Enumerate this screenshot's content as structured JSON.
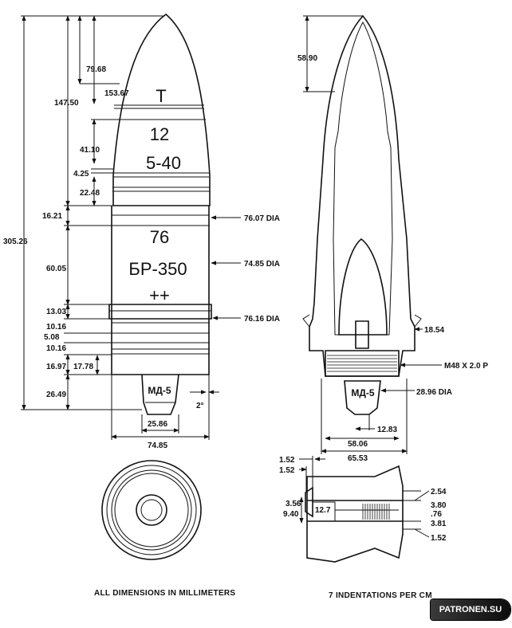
{
  "left_view": {
    "dimensions": {
      "d_79_68": "79.68",
      "d_153_67": "153.67",
      "d_147_50": "147.50",
      "d_41_10": "41.10",
      "d_4_25": "4.25",
      "d_22_48": "22.48",
      "d_16_21": "16.21",
      "d_305_26": "305.26",
      "d_60_05": "60.05",
      "d_13_03": "13.03",
      "d_10_16_a": "10.16",
      "d_5_08": "5.08",
      "d_10_16_b": "10.16",
      "d_16_97": "16.97",
      "d_17_78": "17.78",
      "d_26_49": "26.49",
      "d_25_86": "25.86",
      "d_74_85": "74.85",
      "d_2deg": "2°"
    },
    "callouts": {
      "dia_76_07": "76.07 DIA",
      "dia_74_85": "74.85 DIA",
      "dia_76_16": "76.16 DIA"
    },
    "markings": {
      "t": "Т",
      "m12": "12",
      "m540": "5-40",
      "m76": "76",
      "br350": "БР-350",
      "plus": "++",
      "md5": "МД-5"
    }
  },
  "right_view": {
    "dimensions": {
      "d_58_90": "58.90",
      "d_18_54": "18.54",
      "d_12_83": "12.83",
      "d_58_06": "58.06",
      "d_65_53": "65.53"
    },
    "callouts": {
      "thread": "M48 X 2.0 P",
      "dia_28_96": "28.96 DIA"
    },
    "markings": {
      "md5": "МД-5"
    }
  },
  "detail_view": {
    "dimensions": {
      "d_1_52_a": "1.52",
      "d_1_52_b": "1.52",
      "d_3_56": "3.56",
      "d_9_40": "9.40",
      "d_12_7": "12.7",
      "d_2_54": "2.54",
      "d_3_80": "3.80",
      "d_76": ".76",
      "d_3_81": "3.81",
      "d_1_52_c": "1.52"
    }
  },
  "captions": {
    "left": "ALL DIMENSIONS IN MILLIMETERS",
    "right": "7 INDENTATIONS PER CM"
  },
  "logo": {
    "text": "PATRONEN.SU"
  }
}
